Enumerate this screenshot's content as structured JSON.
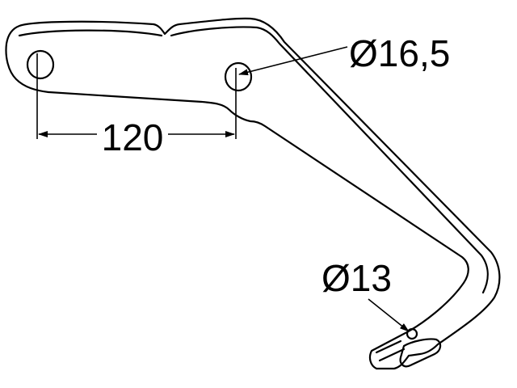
{
  "drawing": {
    "dimensions": {
      "hole_spacing": "120",
      "upper_hole_diameter": "Ø16,5",
      "lower_hole_diameter": "Ø13"
    },
    "colors": {
      "line": "#000000",
      "background": "#ffffff"
    }
  }
}
